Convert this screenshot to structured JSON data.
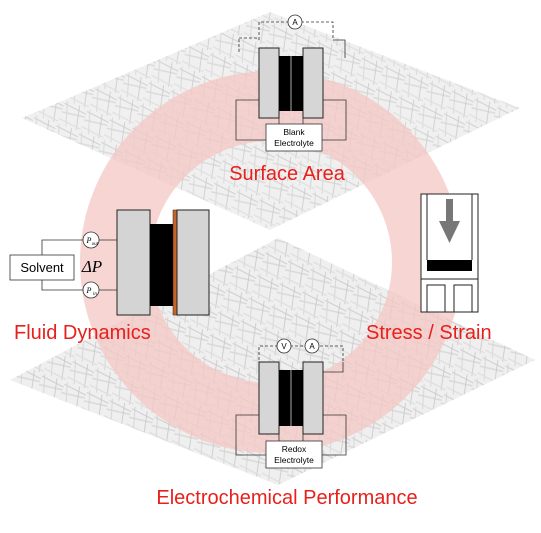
{
  "labels": {
    "surface_area": "Surface Area",
    "fluid_dynamics": "Fluid Dynamics",
    "stress_strain": "Stress / Strain",
    "electrochemical_performance": "Electrochemical Performance"
  },
  "top_cell": {
    "electrolyte_line1": "Blank",
    "electrolyte_line2": "Electrolyte",
    "meter_symbol": "A"
  },
  "bottom_cell": {
    "electrolyte_line1": "Redox",
    "electrolyte_line2": "Electrolyte",
    "meter1_symbol": "V",
    "meter2_symbol": "A"
  },
  "fluid": {
    "solvent_label": "Solvent",
    "delta_p": "ΔP",
    "p_out": "P",
    "p_out_sub": "out",
    "p_in": "P",
    "p_in_sub": "in"
  },
  "colors": {
    "label_red": "#e8201c",
    "ring_pink": "#f4c7c4",
    "plate_gray": "#d4d4d4",
    "membrane_brown": "#c8642a"
  }
}
